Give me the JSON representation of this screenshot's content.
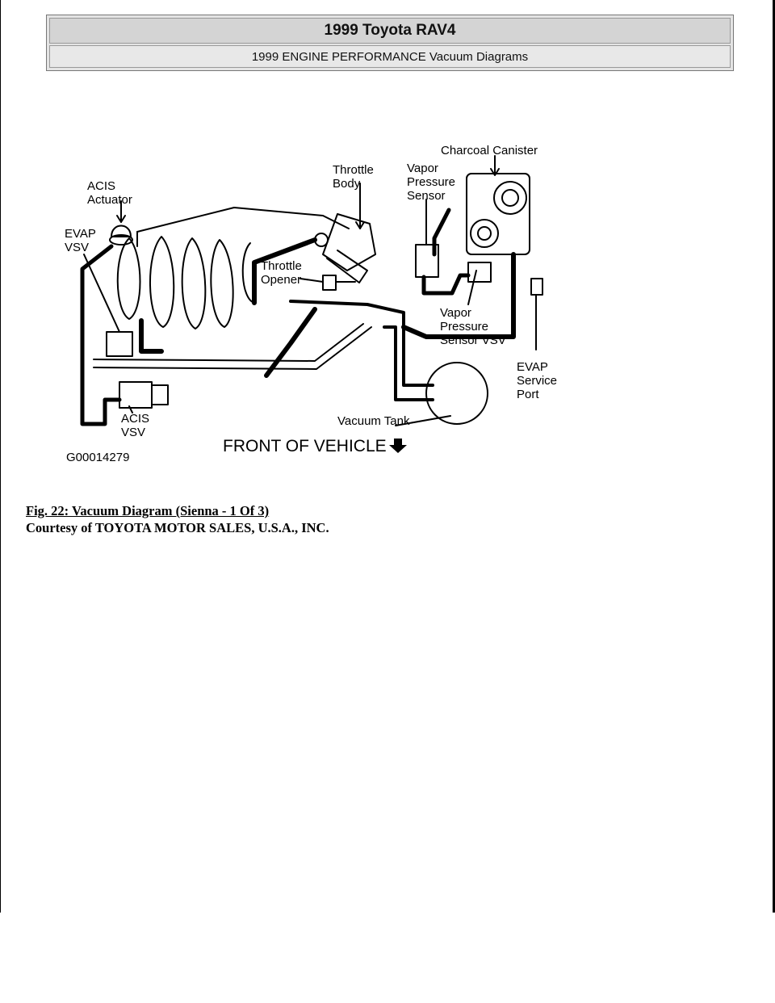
{
  "header": {
    "title": "1999 Toyota RAV4",
    "subtitle": "1999 ENGINE PERFORMANCE Vacuum Diagrams"
  },
  "diagram": {
    "labels": {
      "charcoal_canister": "Charcoal Canister",
      "throttle_body_1": "Throttle",
      "throttle_body_2": "Body",
      "vapor_sensor_1": "Vapor",
      "vapor_sensor_2": "Pressure",
      "vapor_sensor_3": "Sensor",
      "acis_actuator_1": "ACIS",
      "acis_actuator_2": "Actuator",
      "evap_vsv_1": "EVAP",
      "evap_vsv_2": "VSV",
      "throttle_opener_1": "Throttle",
      "throttle_opener_2": "Opener",
      "vapor_vsv_1": "Vapor",
      "vapor_vsv_2": "Pressure",
      "vapor_vsv_3": "Sensor VSV",
      "evap_port_1": "EVAP",
      "evap_port_2": "Service",
      "evap_port_3": "Port",
      "acis_vsv_1": "ACIS",
      "acis_vsv_2": "VSV",
      "vacuum_tank": "Vacuum Tank",
      "front_of_vehicle": "FRONT OF VEHICLE",
      "figure_code": "G00014279"
    }
  },
  "caption": {
    "figure_title": "Fig. 22: Vacuum Diagram (Sienna - 1 Of 3)",
    "courtesy": "Courtesy of TOYOTA MOTOR SALES, U.S.A., INC."
  }
}
